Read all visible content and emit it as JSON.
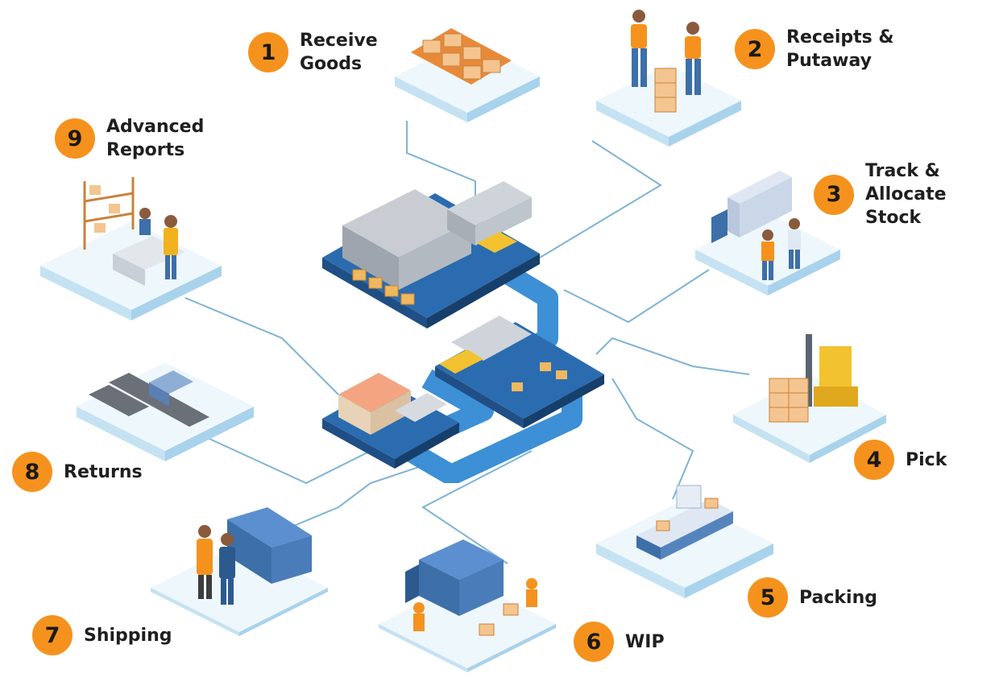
{
  "colors": {
    "badge": "#f5921e",
    "tile_top": "#eef7fc",
    "tile_side": "#c5e2f3",
    "road": "#3d8fd6",
    "connector": "#7fb3d5"
  },
  "steps": [
    {
      "number": "1",
      "label": "Receive\nGoods",
      "icon": "stacked-boxes-icon"
    },
    {
      "number": "2",
      "label": "Receipts &\nPutaway",
      "icon": "workers-with-hand-truck-icon"
    },
    {
      "number": "3",
      "label": "Track &\nAllocate\nStock",
      "icon": "truck-and-workers-icon"
    },
    {
      "number": "4",
      "label": "Pick",
      "icon": "forklift-icon"
    },
    {
      "number": "5",
      "label": "Packing",
      "icon": "conveyor-packing-icon"
    },
    {
      "number": "6",
      "label": "WIP",
      "icon": "delivery-van-icon"
    },
    {
      "number": "7",
      "label": "Shipping",
      "icon": "courier-van-icon"
    },
    {
      "number": "8",
      "label": "Returns",
      "icon": "returning-truck-icon"
    },
    {
      "number": "9",
      "label": "Advanced\nReports",
      "icon": "office-desk-icon"
    }
  ],
  "hub": {
    "icon": "central-warehouse-icon"
  }
}
